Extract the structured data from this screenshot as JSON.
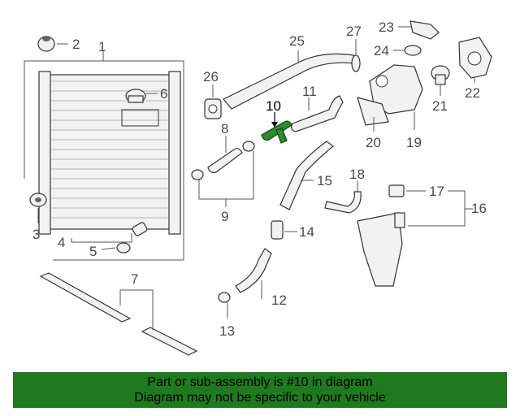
{
  "labels": {
    "l1": "1",
    "l2": "2",
    "l3": "3",
    "l4": "4",
    "l5": "5",
    "l6": "6",
    "l7": "7",
    "l8": "8",
    "l9": "9",
    "l10": "10",
    "l11": "11",
    "l12": "12",
    "l13": "13",
    "l14": "14",
    "l15": "15",
    "l16": "16",
    "l17": "17",
    "l18": "18",
    "l19": "19",
    "l20": "20",
    "l21": "21",
    "l22": "22",
    "l23": "23",
    "l24": "24",
    "l25": "25",
    "l26": "26",
    "l27": "27"
  },
  "highlight": {
    "color": "#2e8b2e"
  },
  "banner": {
    "line1": "Part or sub-assembly is #10 in diagram",
    "line2": "Diagram may not be specific to your vehicle",
    "color": "#1f7a1f"
  }
}
